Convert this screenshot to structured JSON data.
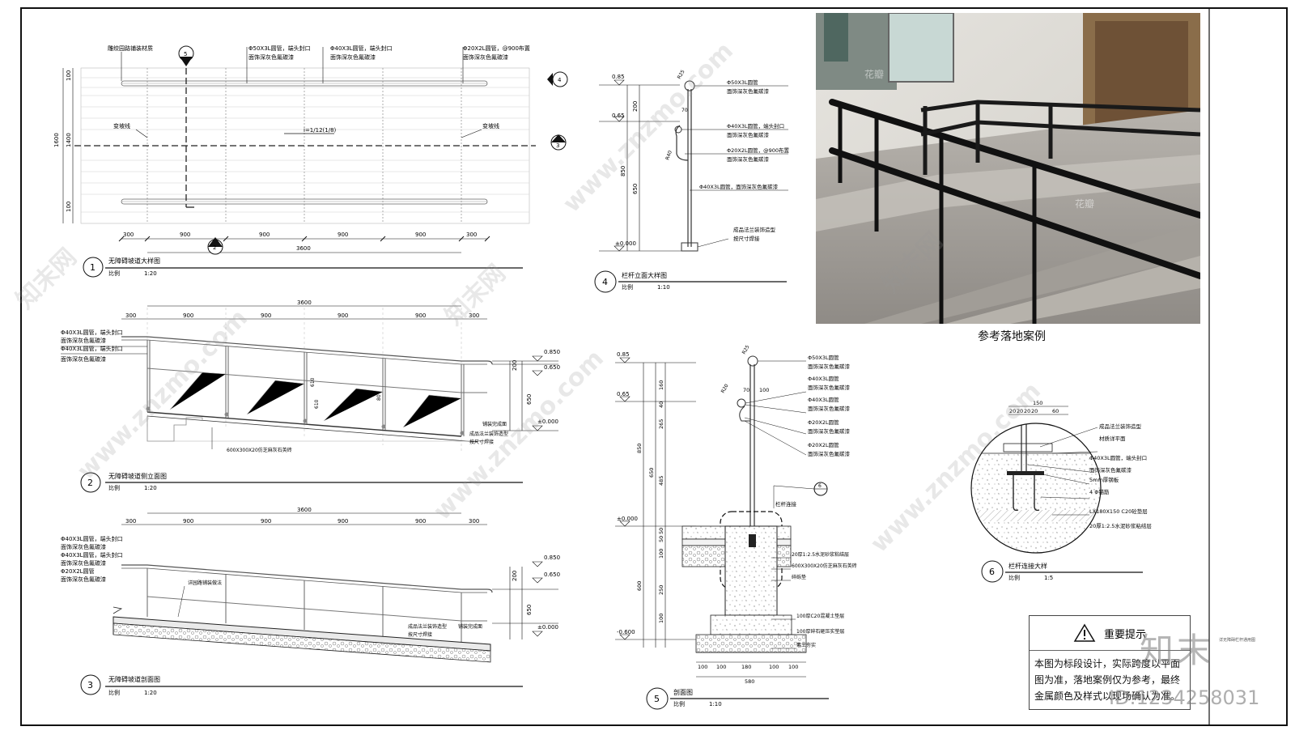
{
  "views": {
    "v1": {
      "num": "1",
      "title": "无障碍坡道大样图",
      "scale_label": "比例",
      "scale": "1:20"
    },
    "v2": {
      "num": "2",
      "title": "无障碍坡道侧立面图",
      "scale_label": "比例",
      "scale": "1:20"
    },
    "v3": {
      "num": "3",
      "title": "无障碍坡道剖面图",
      "scale_label": "比例",
      "scale": "1:20"
    },
    "v4": {
      "num": "4",
      "title": "栏杆立面大样图",
      "scale_label": "比例",
      "scale": "1:10"
    },
    "v5": {
      "num": "5",
      "title": "剖面图",
      "scale_label": "比例",
      "scale": "1:10"
    },
    "v6": {
      "num": "6",
      "title": "栏杆连接大样",
      "scale_label": "比例",
      "scale": "1:5"
    }
  },
  "plan": {
    "labels": [
      "雕绞园路铺装材质",
      "Φ50X3L圆管，端头封口",
      "面饰深灰色氟碳漆",
      "Φ40X3L圆管，端头封口",
      "面饰深灰色氟碳漆",
      "Φ20X2L圆管，@900布置",
      "面饰深灰色氟碳漆",
      "变坡线",
      "变坡线",
      "i=1/12(1/8)"
    ],
    "dims": [
      "300",
      "900",
      "900",
      "900",
      "900",
      "300",
      "3600"
    ],
    "side_dims": [
      "1600",
      "1400",
      "100",
      "100"
    ],
    "markers": [
      "5",
      "4",
      "3",
      "2"
    ]
  },
  "elev": {
    "dims": [
      "300",
      "900",
      "900",
      "900",
      "900",
      "300",
      "3600"
    ],
    "labels": [
      "Φ40X3L圆管，端头封口",
      "面饰深灰色氟碳漆",
      "Φ40X3L圆管，端头封口",
      "面饰深灰色氟碳漆"
    ],
    "levels": [
      "0.850",
      "0.650",
      "±0.000"
    ],
    "vdims": [
      "200",
      "650"
    ],
    "floor_note": "600X300X20仿芝麻灰石英砖",
    "base_notes": [
      "铺装完成面",
      "成品法兰装饰造型",
      "按尺寸焊接"
    ],
    "post_dims": [
      "610",
      "610",
      "80"
    ]
  },
  "section": {
    "dims": [
      "300",
      "900",
      "900",
      "900",
      "900",
      "300",
      "3600"
    ],
    "labels": [
      "Φ40X3L圆管，端头封口",
      "面饰深灰色氟碳漆",
      "Φ40X3L圆管，端头封口",
      "面饰深灰色氟碳漆",
      "Φ20X2L圆管",
      "面饰深灰色氟碳漆"
    ],
    "levels": [
      "0.850",
      "0.650",
      "±0.000"
    ],
    "vdims": [
      "200",
      "650"
    ],
    "notes": [
      "详园路铺装做法",
      "成品法兰装饰造型",
      "按尺寸焊接",
      "铺装完成面"
    ]
  },
  "rail_elev": {
    "levels": [
      "0.85",
      "0.65",
      "±0.000"
    ],
    "vdims": [
      "200",
      "850",
      "650"
    ],
    "dims": [
      "R25",
      "70",
      "R40"
    ],
    "labels": [
      "Φ50X3L圆管",
      "面饰深灰色氟碳漆",
      "Φ40X3L圆管，端头封口",
      "面饰深灰色氟碳漆",
      "Φ20X2L圆管，@900布置",
      "面饰深灰色氟碳漆",
      "Φ40X3L圆管，面饰深灰色氟碳漆",
      "成品法兰装饰造型",
      "按尺寸焊接"
    ]
  },
  "rail_sect": {
    "levels": [
      "0.85",
      "0.65",
      "±0.000",
      "-0.600"
    ],
    "vdims": [
      "160",
      "40",
      "265",
      "485",
      "650",
      "850",
      "50",
      "50",
      "100",
      "250",
      "600",
      "100"
    ],
    "top_dims": [
      "R25",
      "R20",
      "70",
      "100"
    ],
    "bottom_dims": [
      "100",
      "100",
      "180",
      "100",
      "100",
      "580"
    ],
    "labels": [
      "Φ50X3L圆管",
      "面饰深灰色氟碳漆",
      "Φ40X3L圆管",
      "面饰深灰色氟碳漆",
      "Φ40X3L圆管",
      "面饰深灰色氟碳漆",
      "Φ20X2L圆管",
      "面饰深灰色氟碳漆",
      "Φ20X2L圆管",
      "面饰深灰色氟碳漆"
    ],
    "callout": "栏杆连接",
    "callout_num": "6",
    "layers": [
      "20厚1:2.5水泥砂浆粘结层",
      "600X300X20仿芝麻灰石英砖",
      "碎砾垫",
      "100厚C20混凝土垫层",
      "100厚碎石砸压实垫层",
      "素土夯实"
    ]
  },
  "detail6": {
    "dims": [
      "150",
      "20",
      "20",
      "20",
      "20",
      "60"
    ],
    "labels": [
      "成品法兰装饰造型",
      "材质详平面",
      "Φ40X3L圆管，端头封口",
      "面饰深灰色氟碳漆",
      "5mm厚钢板",
      "4   Φ锚筋",
      "LX180X150 C20砼垫层",
      "20厚1:2.5水泥砂浆粘结层"
    ]
  },
  "photo": {
    "caption": "参考落地案例",
    "watermark": "花瓣"
  },
  "notice": {
    "title": "重要提示",
    "lines": [
      "本图为标段设计，实际跨度以平面",
      "图为准，落地案例仅为参考，最终",
      "金属颜色及样式以现场确认为准。"
    ]
  },
  "sheet_note": "详无障碍栏杆通用图",
  "watermarks": {
    "brand": "知末",
    "id": "ID:1234258031",
    "site": "www.znzmo.com",
    "cn": "知末网"
  }
}
